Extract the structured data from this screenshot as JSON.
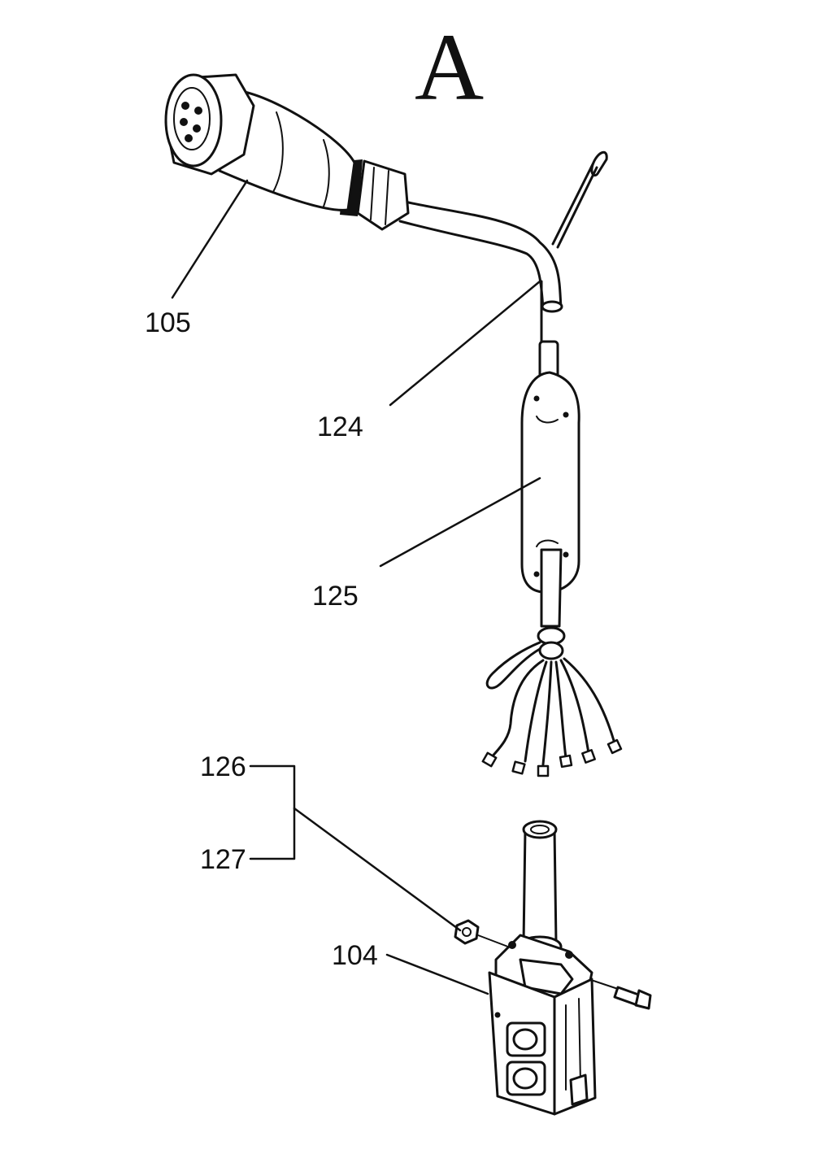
{
  "diagram": {
    "view_letter": "A",
    "labels": {
      "connector": "105",
      "cable_tie": "124",
      "relay_module": "125",
      "nut": "126",
      "screw": "127",
      "control_box": "104"
    }
  }
}
